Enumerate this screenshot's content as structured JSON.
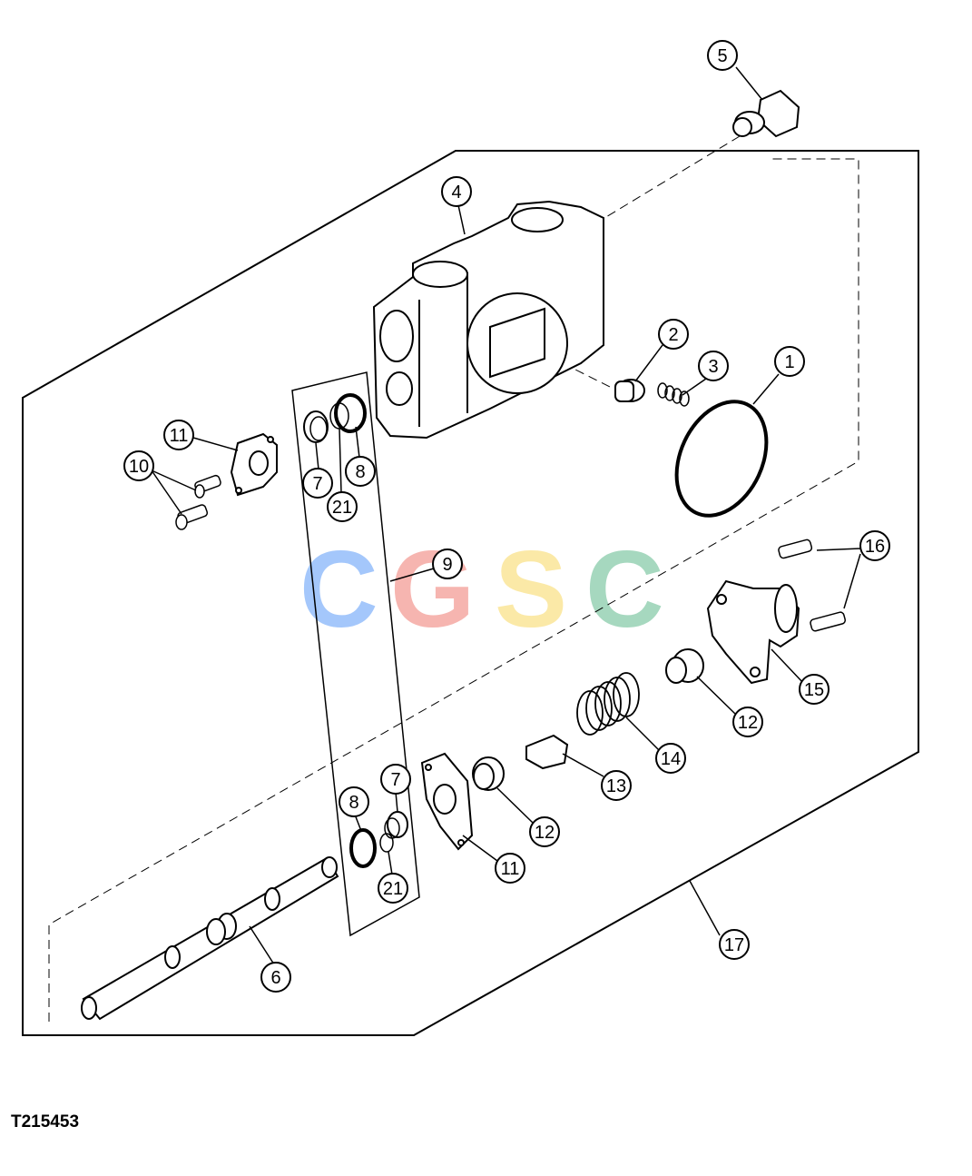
{
  "figure_id": "T215453",
  "watermark": {
    "letters": [
      "C",
      "G",
      "S",
      "C"
    ],
    "colors": [
      "#5b9bf8",
      "#f07a70",
      "#f8d860",
      "#5fb98b"
    ]
  },
  "callouts": {
    "c1": "1",
    "c2": "2",
    "c3": "3",
    "c4": "4",
    "c5": "5",
    "c6": "6",
    "c7a": "7",
    "c7b": "7",
    "c8a": "8",
    "c8b": "8",
    "c9": "9",
    "c10": "10",
    "c11a": "11",
    "c11b": "11",
    "c12a": "12",
    "c12b": "12",
    "c13": "13",
    "c14": "14",
    "c15": "15",
    "c16": "16",
    "c17": "17",
    "c21a": "21",
    "c21b": "21"
  }
}
